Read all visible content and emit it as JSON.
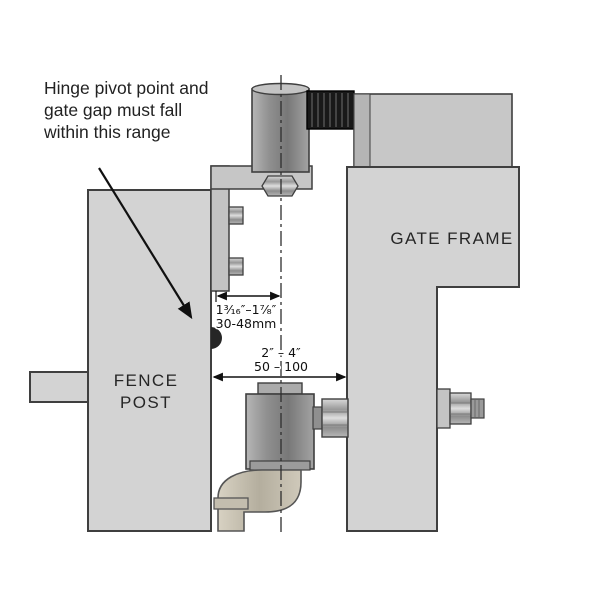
{
  "annotation": {
    "line1": "Hinge pivot point and",
    "line2": "gate gap must fall",
    "line3": "within this range"
  },
  "labels": {
    "fence_line1": "FENCE",
    "fence_line2": "POST",
    "gate_frame": "GATE FRAME"
  },
  "dims": {
    "hinge_imperial": "1³⁄₁₆″–1⁷⁄₈″",
    "hinge_metric": "30-48mm",
    "gate_imperial": "2″ – 4″",
    "gate_metric": "50 – 100"
  },
  "colors": {
    "body_fill": "#d3d3d3",
    "outline": "#3f3f3f",
    "hinge_black": "#191919",
    "pipe_brass": "#c9c3b4",
    "text": "#1d1d1d"
  }
}
